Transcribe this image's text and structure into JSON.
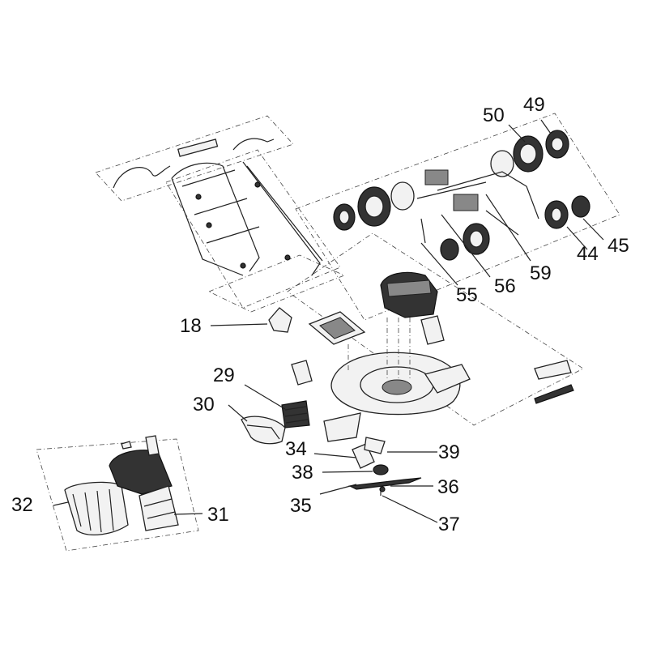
{
  "labels": {
    "p18": "18",
    "p29": "29",
    "p30": "30",
    "p31": "31",
    "p32": "32",
    "p34": "34",
    "p35": "35",
    "p36": "36",
    "p37": "37",
    "p38": "38",
    "p39": "39",
    "p44": "44",
    "p45": "45",
    "p49": "49",
    "p50": "50",
    "p55": "55",
    "p56": "56",
    "p59": "59"
  }
}
